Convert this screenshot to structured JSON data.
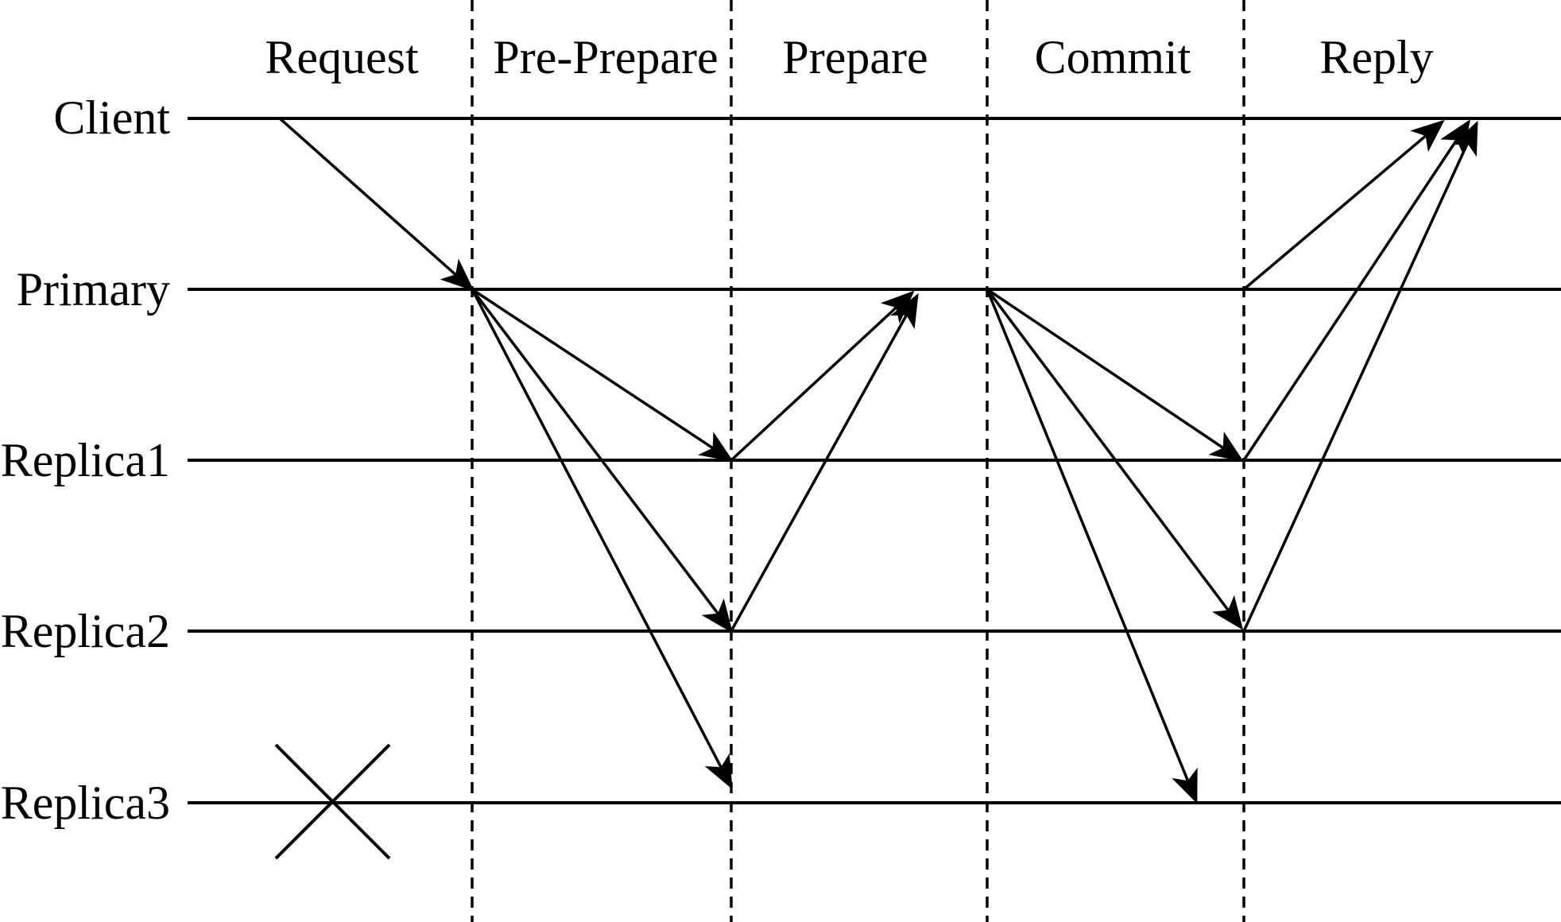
{
  "phases": [
    {
      "key": "request",
      "label": "Request"
    },
    {
      "key": "pre_prepare",
      "label": "Pre-Prepare"
    },
    {
      "key": "prepare",
      "label": "Prepare"
    },
    {
      "key": "commit",
      "label": "Commit"
    },
    {
      "key": "reply",
      "label": "Reply"
    }
  ],
  "nodes": [
    {
      "key": "client",
      "label": "Client"
    },
    {
      "key": "primary",
      "label": "Primary"
    },
    {
      "key": "replica1",
      "label": "Replica1"
    },
    {
      "key": "replica2",
      "label": "Replica2"
    },
    {
      "key": "replica3",
      "label": "Replica3",
      "faulty": true
    }
  ],
  "messages": [
    {
      "phase": "request",
      "from": "client",
      "to": "primary"
    },
    {
      "phase": "pre_prepare",
      "from": "primary",
      "to": "replica1"
    },
    {
      "phase": "pre_prepare",
      "from": "primary",
      "to": "replica2"
    },
    {
      "phase": "pre_prepare",
      "from": "primary",
      "to": "replica3"
    },
    {
      "phase": "prepare",
      "from": "replica1",
      "to": "primary"
    },
    {
      "phase": "prepare",
      "from": "replica2",
      "to": "primary"
    },
    {
      "phase": "commit",
      "from": "primary",
      "to": "replica1"
    },
    {
      "phase": "commit",
      "from": "primary",
      "to": "replica2"
    },
    {
      "phase": "commit",
      "from": "primary",
      "to": "replica3"
    },
    {
      "phase": "reply",
      "from": "primary",
      "to": "client"
    },
    {
      "phase": "reply",
      "from": "replica1",
      "to": "client"
    },
    {
      "phase": "reply",
      "from": "replica2",
      "to": "client"
    }
  ]
}
